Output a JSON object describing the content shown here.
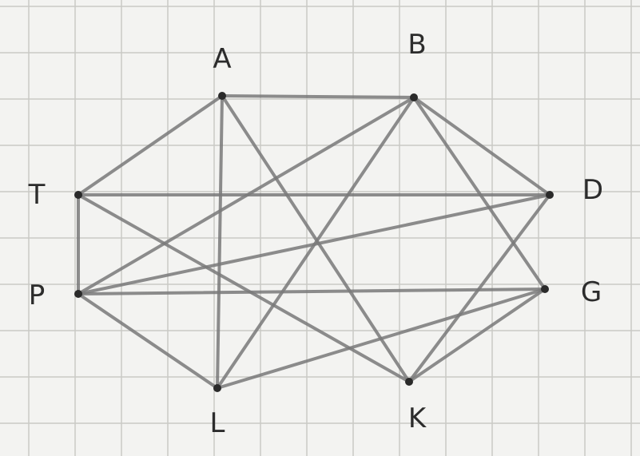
{
  "graph": {
    "vertices": [
      {
        "id": "A",
        "label": "A"
      },
      {
        "id": "B",
        "label": "B"
      },
      {
        "id": "T",
        "label": "T"
      },
      {
        "id": "D",
        "label": "D"
      },
      {
        "id": "P",
        "label": "P"
      },
      {
        "id": "G",
        "label": "G"
      },
      {
        "id": "L",
        "label": "L"
      },
      {
        "id": "K",
        "label": "K"
      }
    ],
    "edges": [
      [
        "A",
        "B"
      ],
      [
        "A",
        "T"
      ],
      [
        "A",
        "L"
      ],
      [
        "A",
        "K"
      ],
      [
        "B",
        "D"
      ],
      [
        "B",
        "G"
      ],
      [
        "B",
        "P"
      ],
      [
        "B",
        "L"
      ],
      [
        "T",
        "D"
      ],
      [
        "T",
        "P"
      ],
      [
        "T",
        "K"
      ],
      [
        "P",
        "D"
      ],
      [
        "P",
        "G"
      ],
      [
        "P",
        "L"
      ],
      [
        "D",
        "K"
      ],
      [
        "G",
        "K"
      ],
      [
        "G",
        "L"
      ]
    ]
  },
  "colors": {
    "grid": "#c9c9c6",
    "edge": "#7a7a7a",
    "vertex": "#2a2a2a",
    "label": "#2c2c2c"
  }
}
